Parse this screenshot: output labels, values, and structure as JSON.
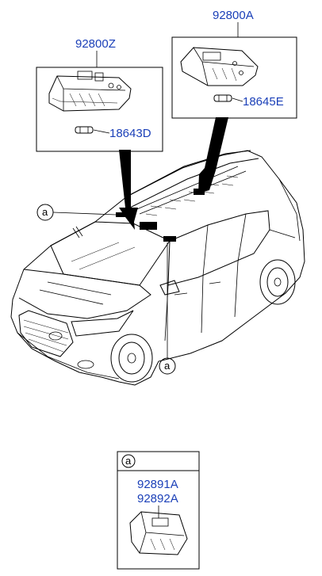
{
  "parts": {
    "front_lamp_assy": "92800Z",
    "front_lamp_bulb": "18643D",
    "rear_lamp_assy": "92800A",
    "rear_lamp_bulb": "18645E",
    "vanity_lamp_lh": "92891A",
    "vanity_lamp_rh": "92892A"
  },
  "callouts": {
    "ref_upper": "a",
    "ref_lower": "a",
    "detail_ref": "a"
  }
}
